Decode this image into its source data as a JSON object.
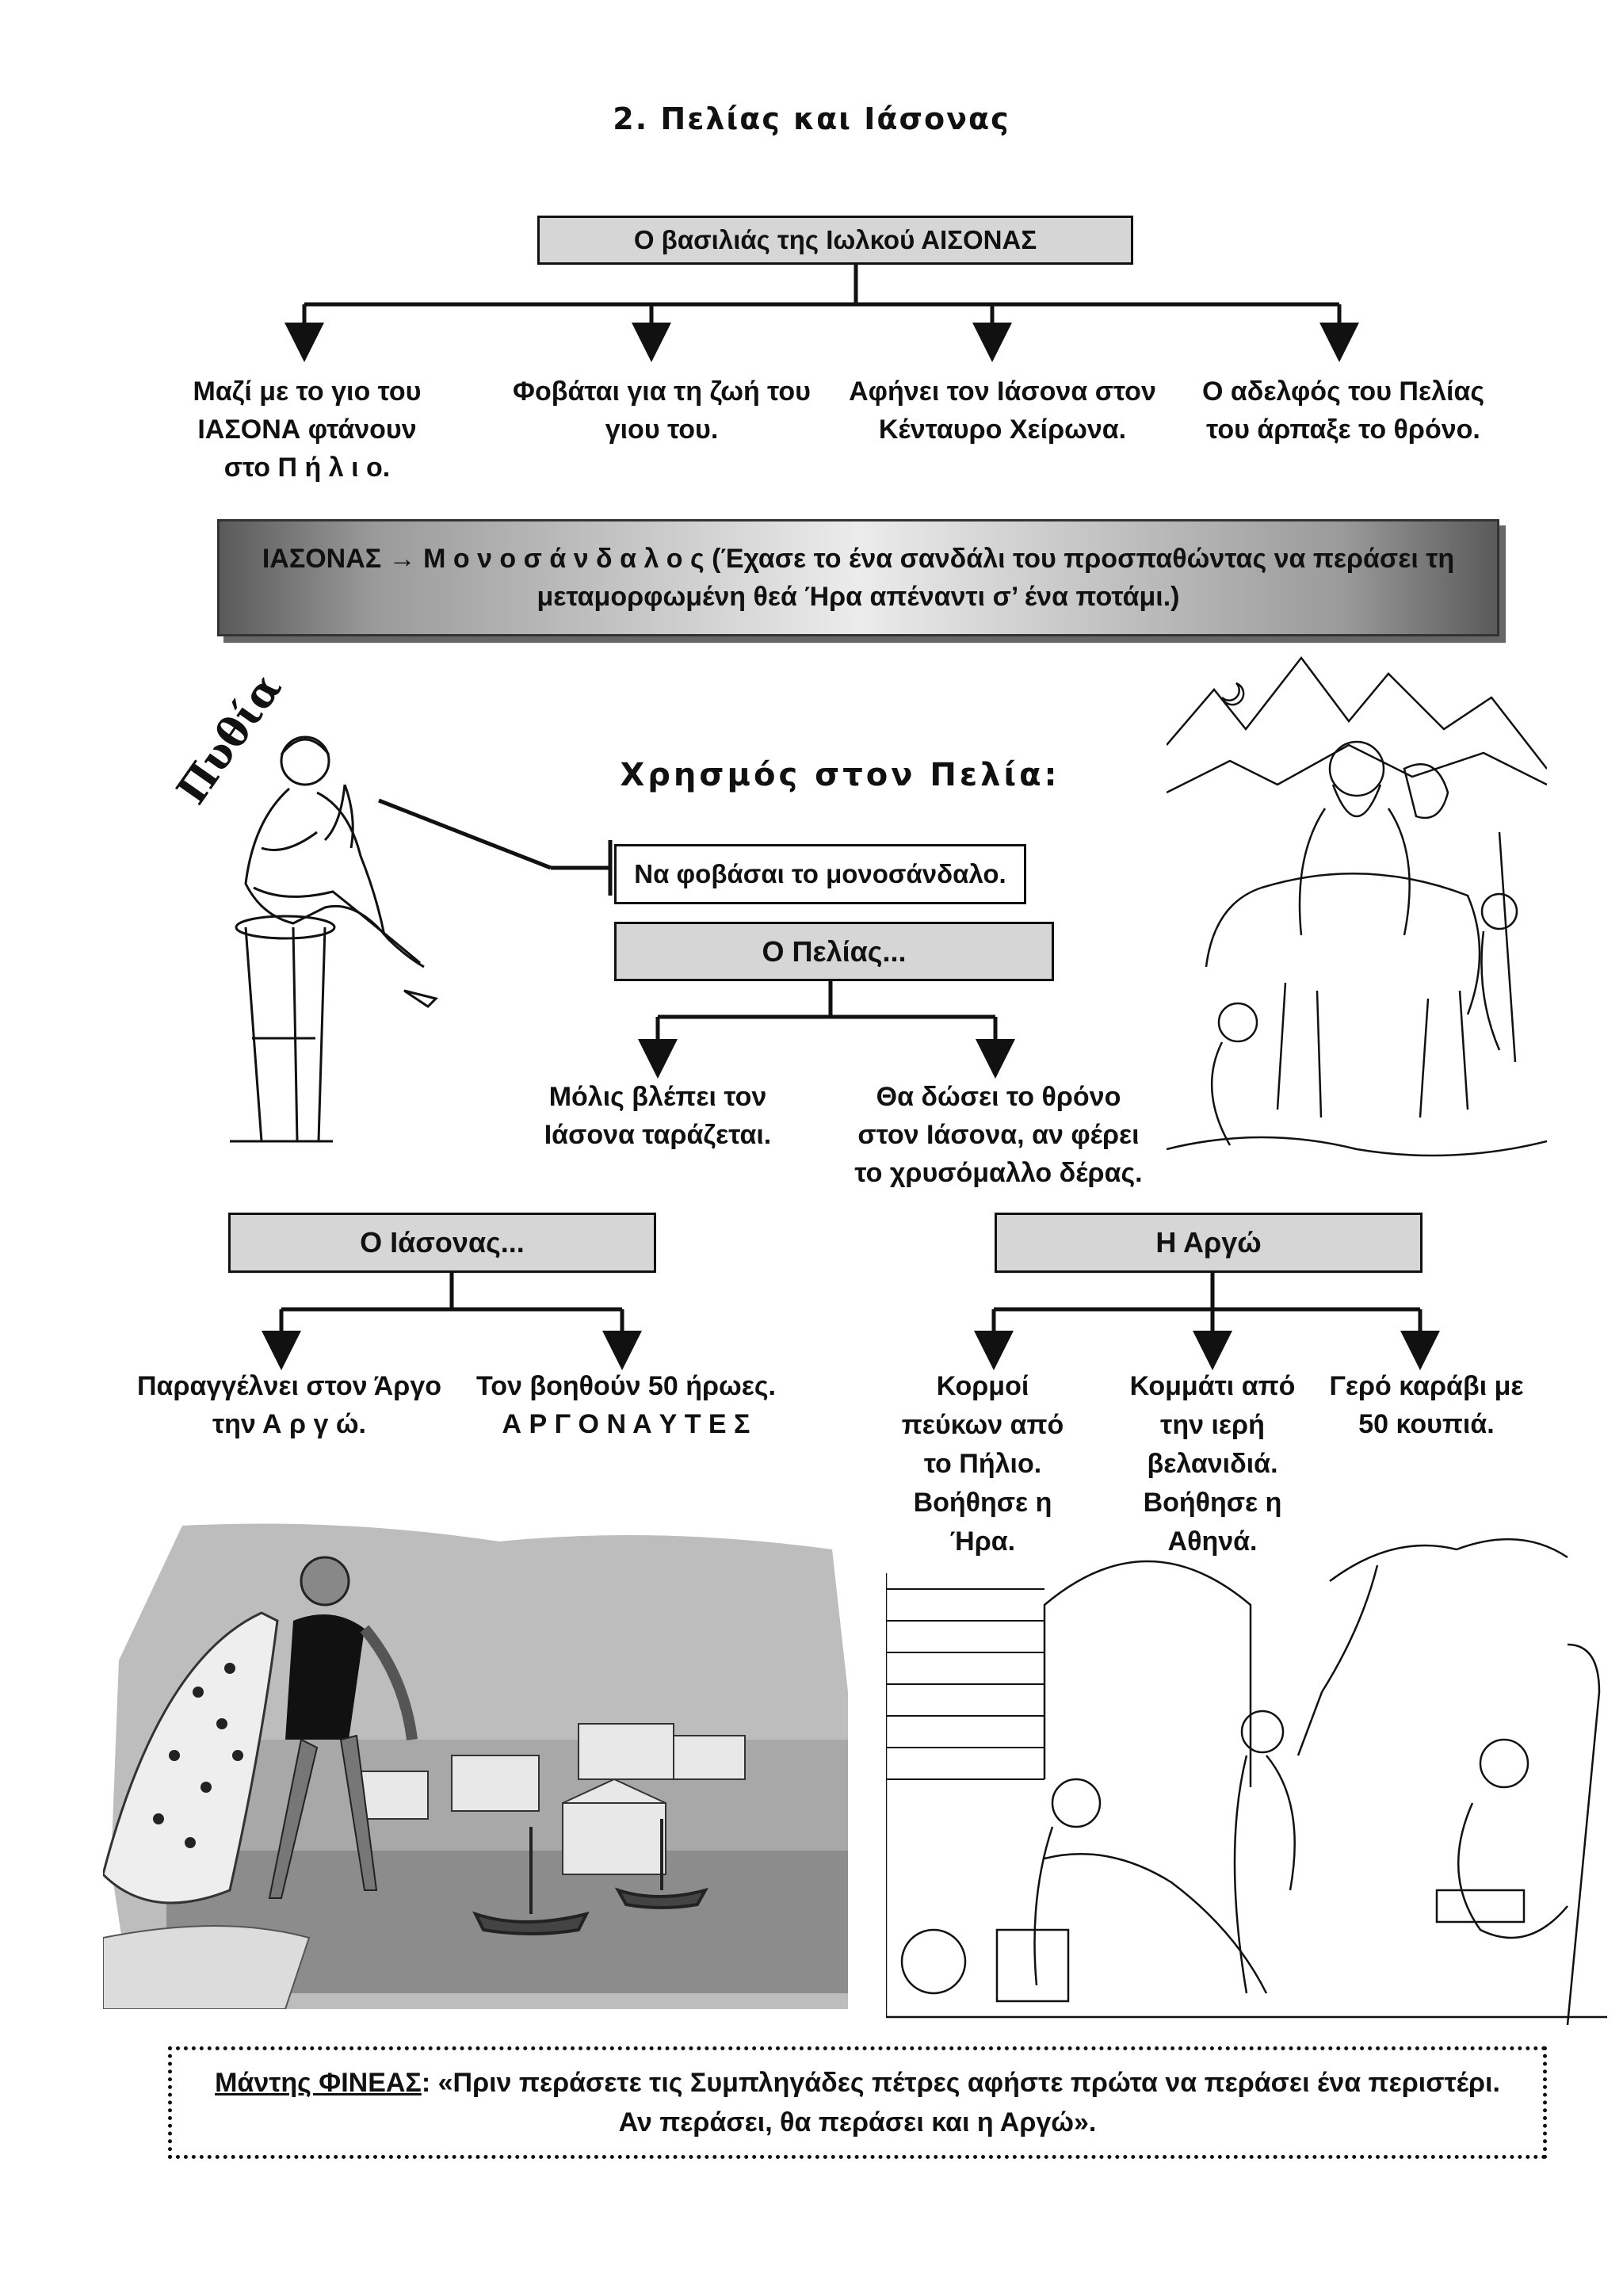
{
  "title": "2.  Πελίας και Ιάσονας",
  "king_box": "Ο βασιλιάς της Ιωλκού ΑΙΣΟΝΑΣ",
  "king_branches": [
    "Μαζί με το γιο του ΙΑΣΟΝΑ φτάνουν στο Π ή λ ι ο.",
    "Φοβάται για τη ζωή του γιου του.",
    "Αφήνει τον Ιάσονα στον Κένταυρο Χείρωνα.",
    "Ο αδελφός του Πελίας του άρπαξε το θρόνο."
  ],
  "banner": "ΙΑΣΟΝΑΣ → Μ ο ν ο σ ά ν δ α λ ο ς  (Έχασε το ένα σανδάλι του προσπαθώντας να περάσει τη μεταμορφωμένη θεά Ήρα απέναντι σ’ ένα ποτάμι.)",
  "pythia_label": "Πυθία",
  "oracle_title": "Χρησμός  στον Πελία:",
  "oracle_text": "Να φοβάσαι το μονοσάνδαλο.",
  "pelias_box": "Ο Πελίας...",
  "pelias_branches": [
    "Μόλις βλέπει τον Ιάσονα ταράζεται.",
    "Θα δώσει το θρόνο στον Ιάσονα, αν φέρει το χρυσόμαλλο δέρας."
  ],
  "jason_box": "Ο Ιάσονας...",
  "jason_branches": [
    "Παραγγέλνει στον Άργο την  Α ρ γ ώ.",
    "Τον βοηθούν 50 ήρωες. Α Ρ Γ Ο Ν Α Υ Τ Ε Σ"
  ],
  "argo_box": "Η Αργώ",
  "argo_branches": [
    "Κορμοί πεύκων από το Πήλιο. Βοήθησε η Ήρα.",
    "Κομμάτι από την ιερή βελανιδιά. Βοήθησε η Αθηνά.",
    "Γερό καράβι με 50 κουπιά."
  ],
  "phineas_label": "Μάντης ΦΙΝΕΑΣ",
  "phineas_text": ": «Πριν περάσετε τις Συμπληγάδες πέτρες αφήστε πρώτα να περάσει ένα περιστέρι. Αν περάσει, θα περάσει και η Αργώ»."
}
